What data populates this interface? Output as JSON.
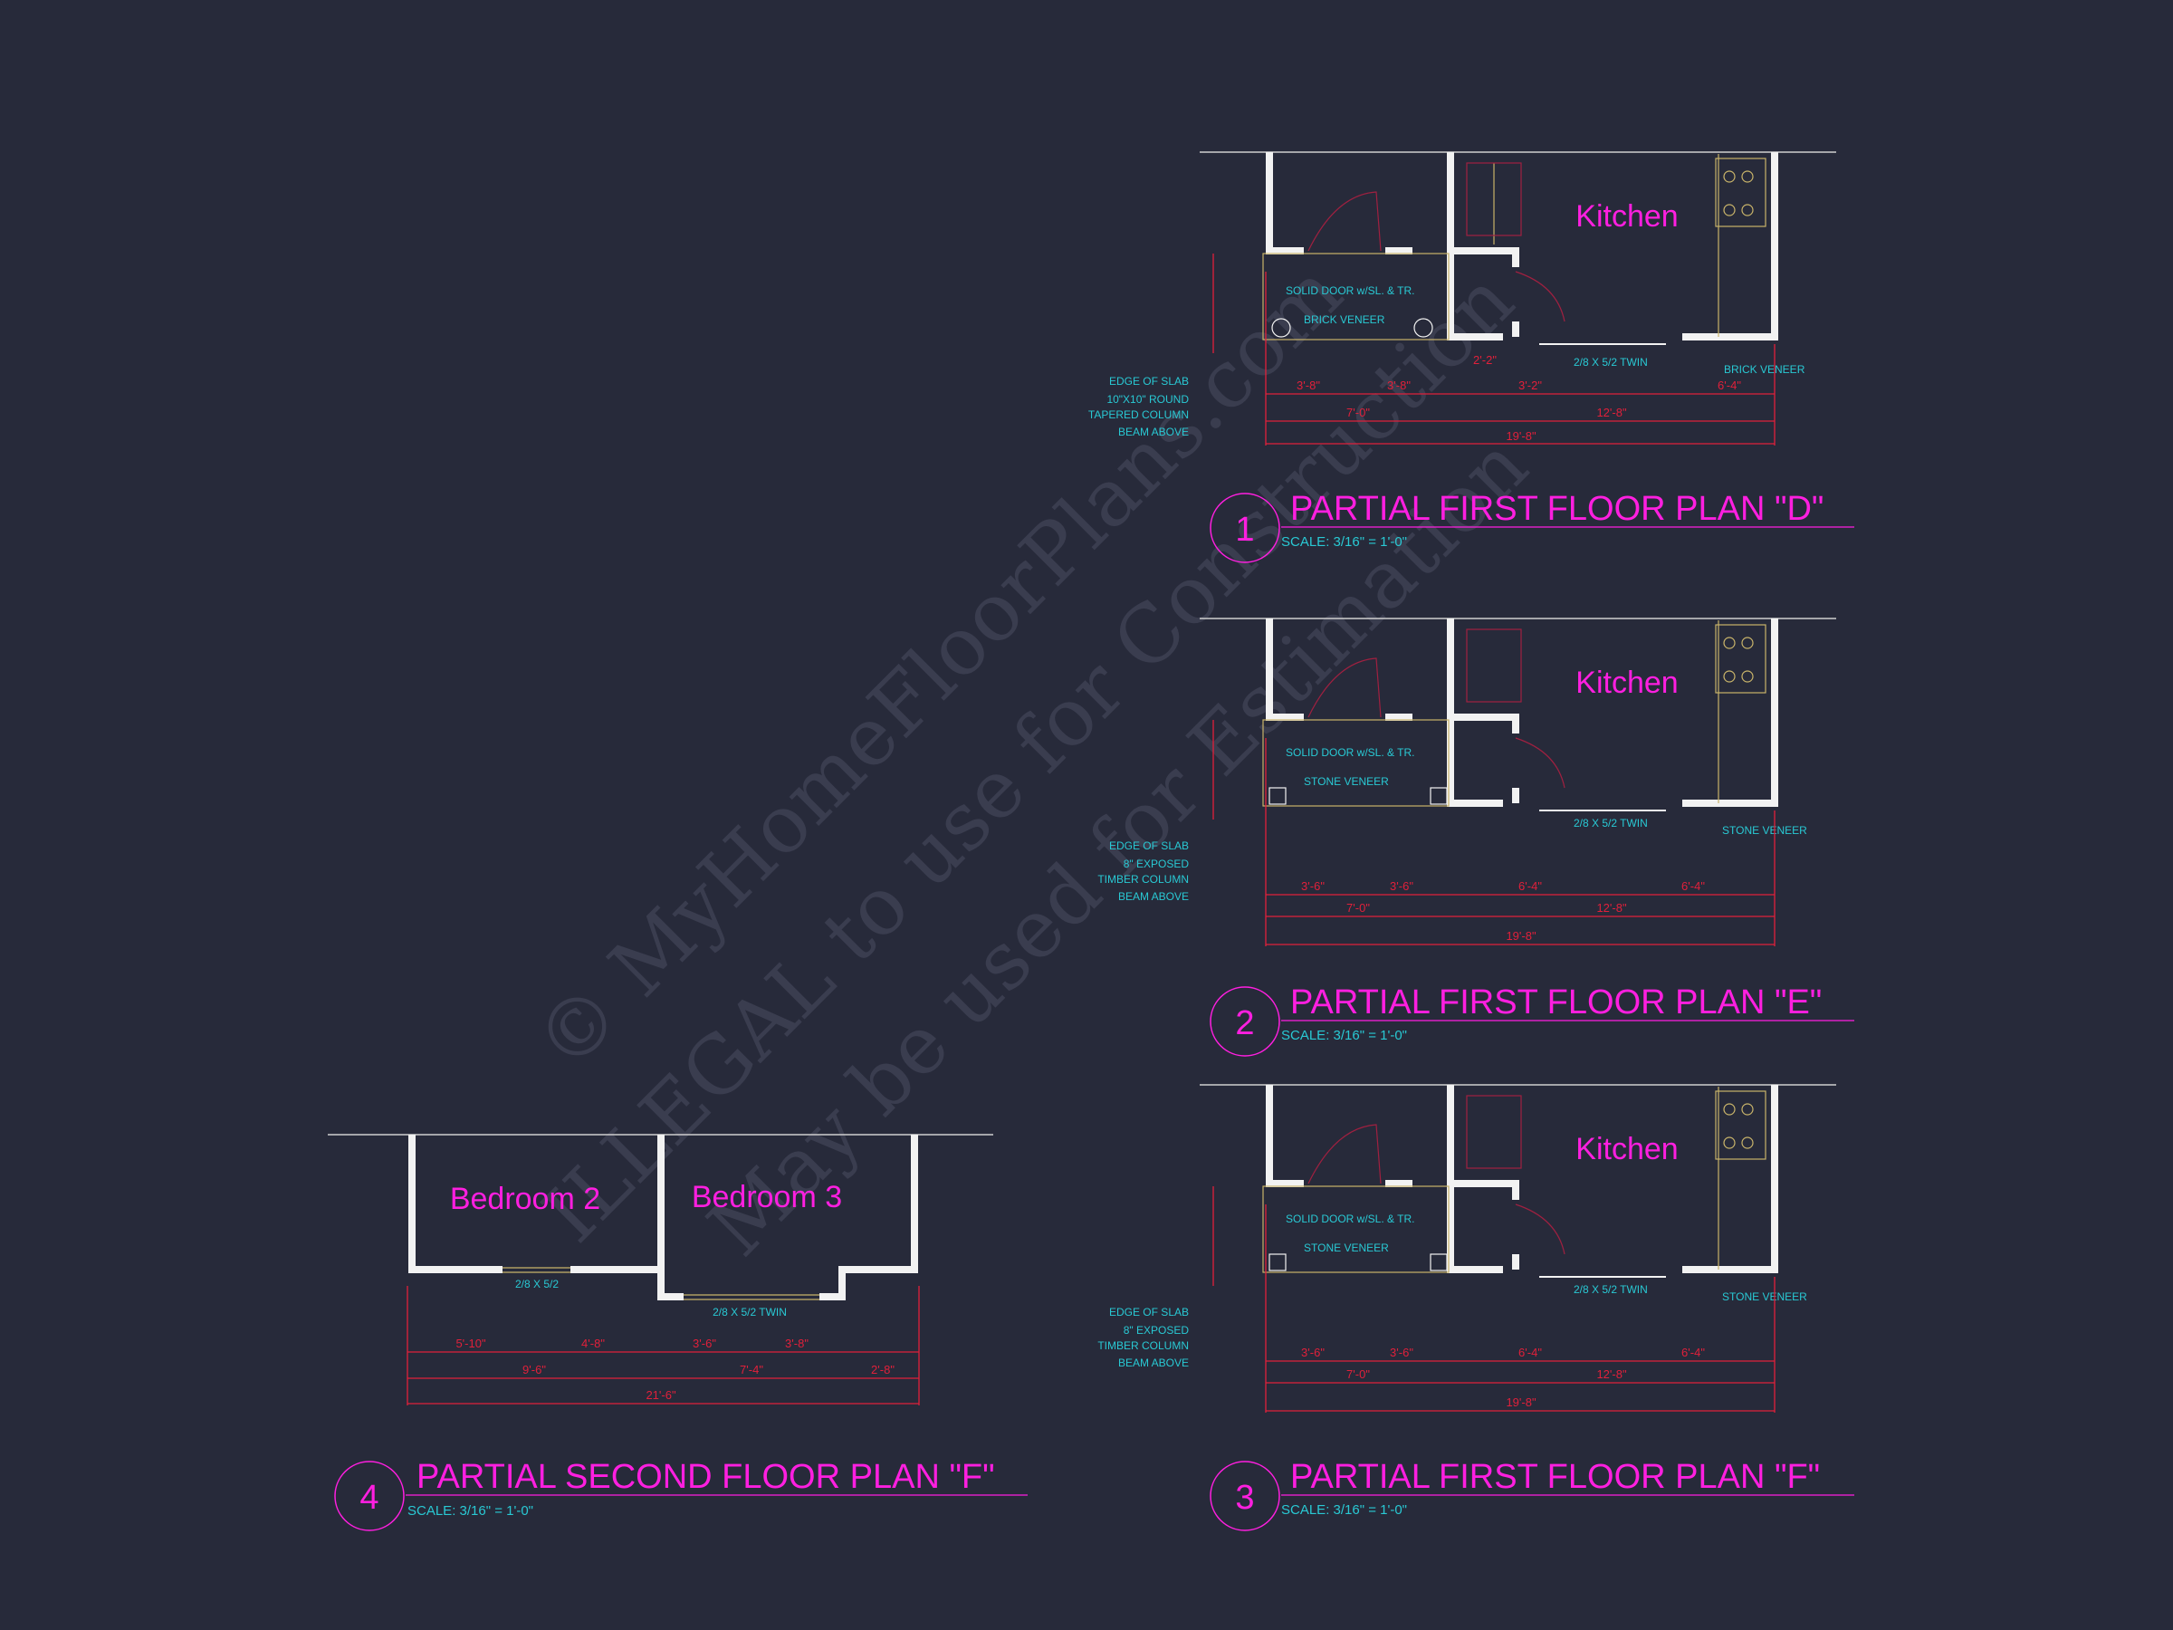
{
  "colors": {
    "background": "#272a3a",
    "wall": "#f2f2f2",
    "room_label": "#ff1fe0",
    "title": "#ff1fe0",
    "annotation": "#29c9d4",
    "dimension": "#e0203a",
    "watermark": "#3a3d4f"
  },
  "watermark": {
    "line1": "© MyHomeFloorPlans.com",
    "line2": "ILLEGAL to use for Construction",
    "line3": "May be used for Estimation"
  },
  "plans": [
    {
      "number": "1",
      "title": "PARTIAL FIRST FLOOR PLAN \"D\"",
      "scale": "SCALE: 3/16\" = 1'-0\"",
      "room": "Kitchen",
      "door_note": "SOLID DOOR w/SL. & TR.",
      "veneer_note": "BRICK VENEER",
      "window_note": "2/8 X 5/2 TWIN",
      "right_note": "BRICK VENEER",
      "left_notes": [
        "EDGE OF SLAB",
        "10\"X10\" ROUND",
        "TAPERED COLUMN",
        "BEAM ABOVE"
      ],
      "dims_row1": [
        "3'-8\"",
        "3'-8\"",
        "2'-2\"",
        "3'-2\"",
        "6'-4\""
      ],
      "dims_row2": [
        "7'-0\"",
        "12'-8\""
      ],
      "dims_row3": [
        "19'-8\""
      ]
    },
    {
      "number": "2",
      "title": "PARTIAL FIRST FLOOR PLAN \"E\"",
      "scale": "SCALE: 3/16\" = 1'-0\"",
      "room": "Kitchen",
      "door_note": "SOLID DOOR w/SL. & TR.",
      "veneer_note": "STONE VENEER",
      "window_note": "2/8 X 5/2 TWIN",
      "right_note": "STONE VENEER",
      "left_notes": [
        "EDGE OF SLAB",
        "8\" EXPOSED",
        "TIMBER COLUMN",
        "BEAM ABOVE"
      ],
      "dims_row1": [
        "3'-6\"",
        "3'-6\"",
        "6'-4\"",
        "6'-4\""
      ],
      "dims_row2": [
        "7'-0\"",
        "12'-8\""
      ],
      "dims_row3": [
        "19'-8\""
      ]
    },
    {
      "number": "3",
      "title": "PARTIAL FIRST FLOOR PLAN \"F\"",
      "scale": "SCALE: 3/16\" = 1'-0\"",
      "room": "Kitchen",
      "door_note": "SOLID DOOR w/SL. & TR.",
      "veneer_note": "STONE VENEER",
      "window_note": "2/8 X 5/2 TWIN",
      "right_note": "STONE VENEER",
      "left_notes": [
        "EDGE OF SLAB",
        "8\" EXPOSED",
        "TIMBER COLUMN",
        "BEAM ABOVE"
      ],
      "dims_row1": [
        "3'-6\"",
        "3'-6\"",
        "6'-4\"",
        "6'-4\""
      ],
      "dims_row2": [
        "7'-0\"",
        "12'-8\""
      ],
      "dims_row3": [
        "19'-8\""
      ]
    },
    {
      "number": "4",
      "title": "PARTIAL SECOND FLOOR PLAN \"F\"",
      "scale": "SCALE: 3/16\" = 1'-0\"",
      "rooms": [
        "Bedroom 2",
        "Bedroom 3"
      ],
      "window_note_a": "2/8 X 5/2",
      "window_note_b": "2/8 X 5/2 TWIN",
      "dims_row1": [
        "5'-10\"",
        "4'-8\"",
        "3'-6\"",
        "3'-8\""
      ],
      "dims_row2": [
        "9'-6\"",
        "7'-4\"",
        "2'-8\""
      ],
      "dims_row3": [
        "21'-6\""
      ]
    }
  ]
}
